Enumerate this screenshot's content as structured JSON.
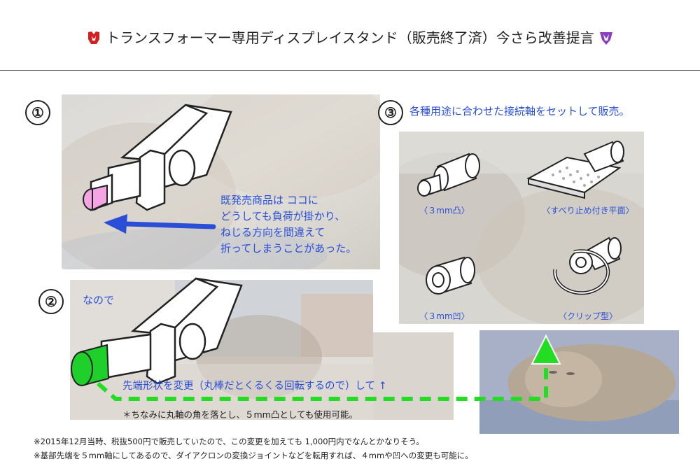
{
  "header": {
    "title": "トランスフォーマー専用ディスプレイスタンド（販売終了済）今さら改善提言"
  },
  "section1": {
    "number": "①",
    "note_lines": [
      "既発売商品は ココに",
      "どうしても負荷が掛かり、",
      "ねじる方向を間違えて",
      "折ってしまうことがあった。"
    ]
  },
  "section2": {
    "number": "②",
    "lead": "なので",
    "change_text": "先端形状を変更（丸棒だとくるくる回転するので）して ↑",
    "sub_note": "＊ちなみに丸軸の角を落とし、５mm凸としても使用可能。"
  },
  "section3": {
    "number": "③",
    "heading": "各種用途に合わせた接続軸をセットして販売。",
    "labels": {
      "convex": "〈３mm凸〉",
      "flat": "〈すべり止め付き平面〉",
      "concave": "〈３mm凹〉",
      "clip": "〈クリップ型〉"
    }
  },
  "footnotes": [
    "※2015年12月当時、税抜500円で販売していたので、この変更を加えても 1,000円内でなんとかなりそう。",
    "※基部先端を５mm軸にしてあるので、ダイアクロンの変換ジョイントなどを転用すれば、４mmや凹への変更も可能に。"
  ],
  "colors": {
    "accent_blue": "#2a4fd6",
    "green_arrow": "#22dd22",
    "pink_tip": "#f4a6e4",
    "green_tip": "#1fcf2a"
  }
}
